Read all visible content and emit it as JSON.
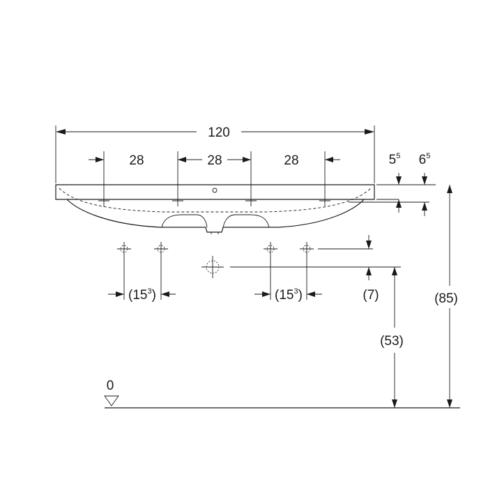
{
  "dimensions": {
    "overall_width": "120",
    "spacing_left": "28",
    "spacing_mid": "28",
    "spacing_right": "28",
    "rim_thickness": {
      "base": "5",
      "sup": "5"
    },
    "bowl_depth": {
      "base": "6",
      "sup": "5"
    },
    "fixing_left": {
      "open": "(15",
      "sup": "3",
      "close": ")"
    },
    "fixing_right": {
      "open": "(15",
      "sup": "3",
      "close": ")"
    },
    "drain_offset": "(7)",
    "drain_height": "(53)",
    "rim_height": "(85)",
    "floor_level": "0"
  }
}
